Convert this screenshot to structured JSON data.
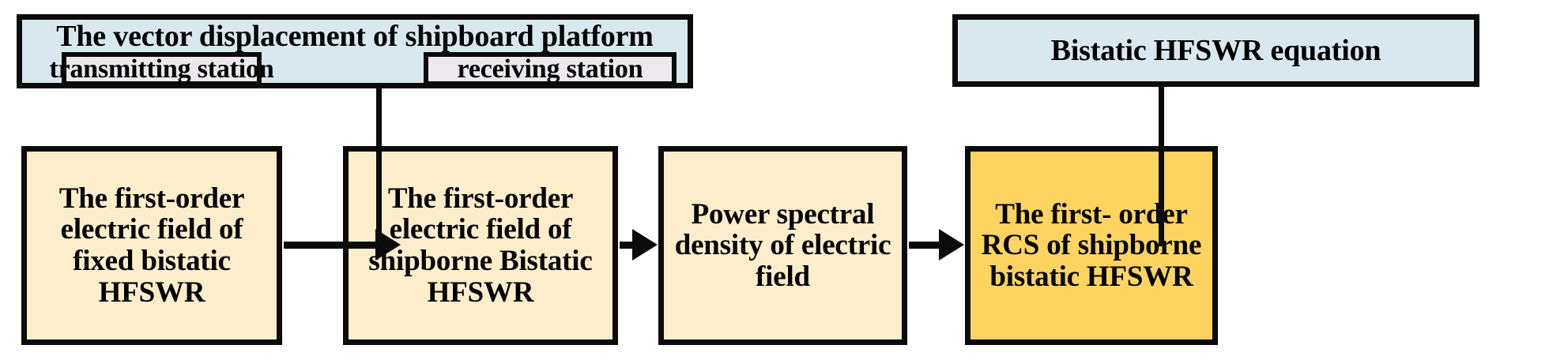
{
  "diagram": {
    "title_boxes": {
      "vector_displacement": {
        "heading": "The  vector displacement of shipboard platform",
        "sub_boxes": [
          {
            "label": "transmitting station"
          },
          {
            "label": "receiving station"
          }
        ]
      },
      "equation": {
        "label": "Bistatic HFSWR equation"
      }
    },
    "flow_boxes": [
      {
        "id": "fixed-bistatic",
        "label": "The first-order electric field of fixed bistatic HFSWR",
        "fill": "#fceecb"
      },
      {
        "id": "shipborne",
        "label": "The first-order electric field of shipborne Bistatic HFSWR",
        "fill": "#fceecb"
      },
      {
        "id": "psd",
        "label": "Power spectral density of electric field",
        "fill": "#fceecb"
      },
      {
        "id": "rcs",
        "label": "The first- order RCS of shipborne bistatic HFSWR",
        "fill": "#fcd45f"
      }
    ],
    "connectors": [
      {
        "from": "vector-displacement",
        "to": "arrow-fixed-to-shipborne",
        "kind": "vertical-drop"
      },
      {
        "from": "fixed-bistatic",
        "to": "shipborne",
        "kind": "arrow"
      },
      {
        "from": "shipborne",
        "to": "psd",
        "kind": "arrow"
      },
      {
        "from": "equation",
        "to": "arrow-psd-to-rcs",
        "kind": "vertical-drop"
      },
      {
        "from": "psd",
        "to": "rcs",
        "kind": "arrow"
      }
    ],
    "colors": {
      "blue_fill": "#d9e8ee",
      "cream_fill": "#fceecb",
      "gold_fill": "#fcd45f",
      "subbox_fill": "#ece8ee",
      "stroke": "#0b0b0b",
      "background": "#ffffff"
    }
  }
}
